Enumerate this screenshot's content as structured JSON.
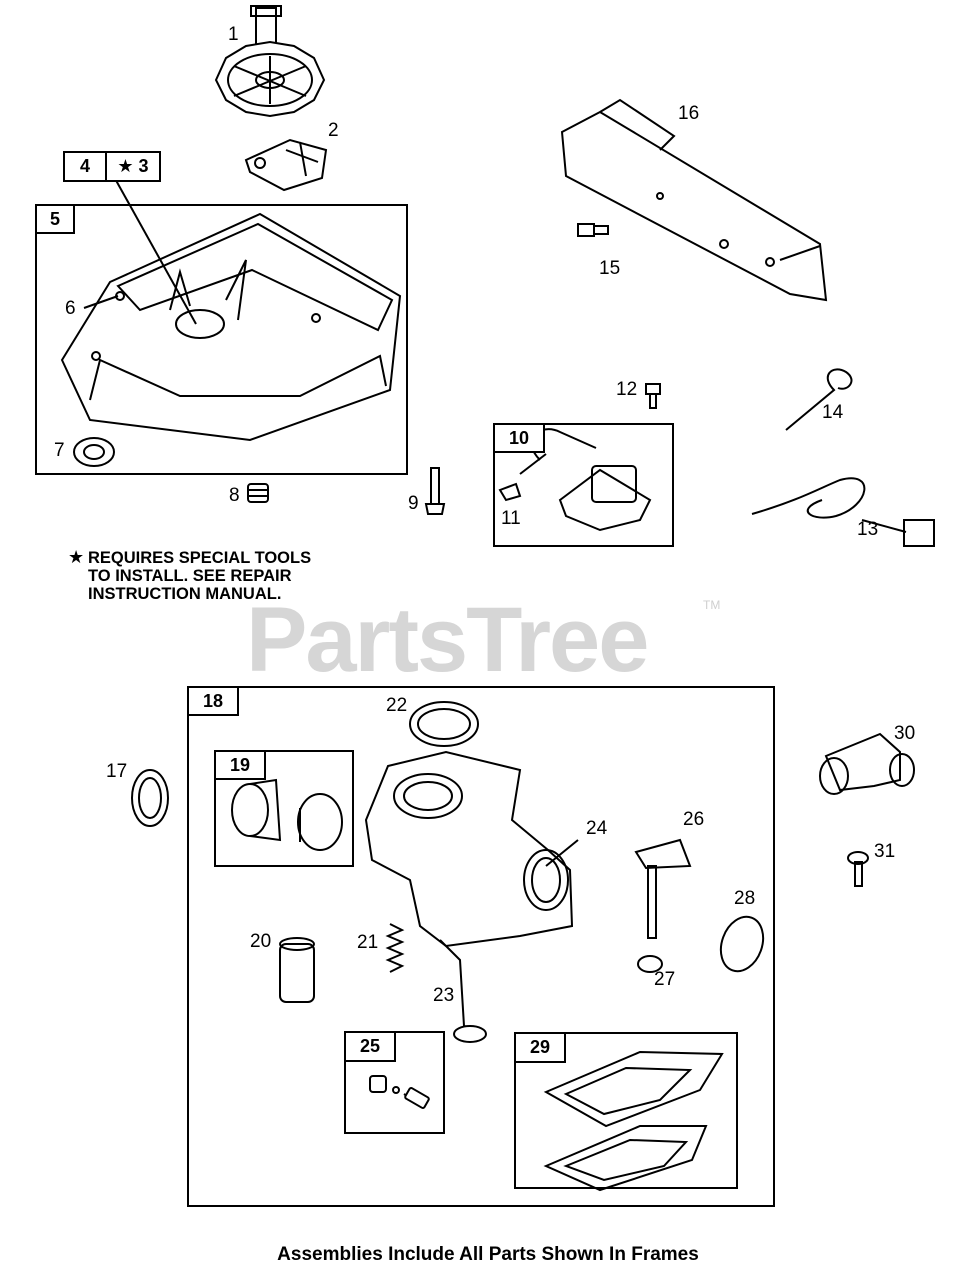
{
  "watermark": {
    "text": "PartsTree",
    "trademark": "TM"
  },
  "note": {
    "symbol": "★",
    "lines": [
      "REQUIRES SPECIAL TOOLS",
      "TO INSTALL.  SEE REPAIR",
      "INSTRUCTION MANUAL."
    ]
  },
  "caption": "Assemblies Include All Parts Shown In Frames",
  "frame_tags": {
    "f4": "4",
    "f3": "★ 3",
    "f5": "5",
    "f10": "10",
    "f18": "18",
    "f19": "19",
    "f25": "25",
    "f29": "29"
  },
  "part_labels": {
    "p1": "1",
    "p2": "2",
    "p6": "6",
    "p7": "7",
    "p8": "8",
    "p9": "9",
    "p11": "11",
    "p12": "12",
    "p13": "13",
    "p14": "14",
    "p15": "15",
    "p16": "16",
    "p17": "17",
    "p20": "20",
    "p21": "21",
    "p22": "22",
    "p23": "23",
    "p24": "24",
    "p26": "26",
    "p27": "27",
    "p28": "28",
    "p30": "30",
    "p31": "31"
  }
}
